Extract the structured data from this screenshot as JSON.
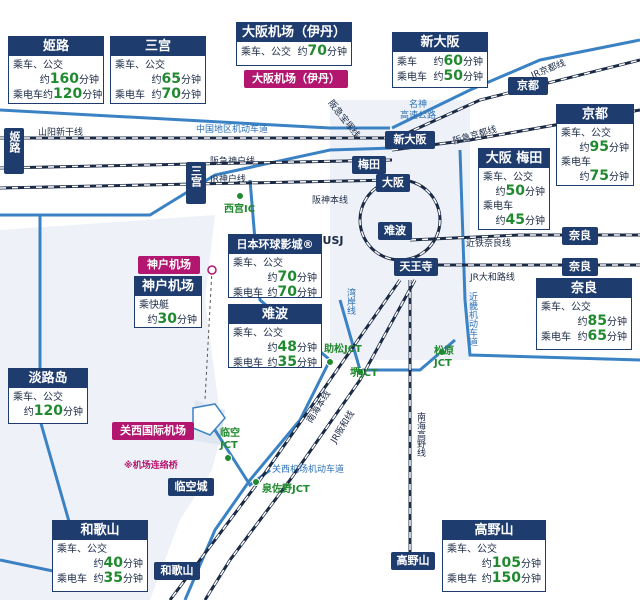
{
  "colors": {
    "navy": "#1f3c6e",
    "expressway_blue": "#3b82c4",
    "minutes_green": "#21892f",
    "airport_pink": "#b2166e",
    "water_tint": "#eef2f8"
  },
  "stations": {
    "himeji": "姬路",
    "sannomiya": "三宫",
    "shin_osaka": "新大阪",
    "umeda": "梅田",
    "osaka": "大阪",
    "namba": "难波",
    "tennoji": "天王寺",
    "kyoto": "京都",
    "nara": "奈良",
    "rinku_town": "临空城",
    "wakayama": "和歌山",
    "koyasan": "高野山",
    "usj": "USJ"
  },
  "pink": {
    "itami": "大阪机场（伊丹）",
    "kobe": "神户机场",
    "kansai": "关西国际机场"
  },
  "lines": {
    "sanyo_shinkansen": "山阳新干线",
    "chugoku_expressway": "中国地区机动车道",
    "hankyu_kobe": "阪急神户线",
    "jr_kobe": "JR神户线",
    "hanshin_main": "阪神本线",
    "meishin_expressway_1": "名神",
    "meishin_expressway_2": "高速公路",
    "jr_kyoto": "JR京都线",
    "hankyu_kyoto": "阪急京都线",
    "hankyu_takarazuka": "阪急宝塚线",
    "kintetsu_nara": "近铁奈良线",
    "jr_yamatoji": "JR大和路线",
    "kinki_expressway": "近畿机动车道",
    "wangan": "湾岸线",
    "nankai_main": "南海本线",
    "jr_hanwa": "JR阪和线",
    "nankai_koya": "南海高野线",
    "kansai_airport_expressway": "关西机场机动车道",
    "airport_bridge": "※机场连络桥"
  },
  "jct": {
    "nishinomiya_ic": "西宫IC",
    "sukematsu": "助松JCT",
    "sakai": "堺JCT",
    "matsubara_1": "松原",
    "matsubara_2": "JCT",
    "rinku_1": "临空",
    "rinku_2": "JCT",
    "izumisano": "泉佐野JCT"
  },
  "cards": {
    "approx": "约",
    "unit": "分钟",
    "himeji": {
      "title": "姬路",
      "r1_mode": "乘车、公交",
      "r1_min": "160",
      "r2_mode": "乘电车",
      "r2_min": "120"
    },
    "sannomiya": {
      "title": "三宫",
      "r1_mode": "乘车、公交",
      "r1_min": "65",
      "r2_mode": "乘电车",
      "r2_min": "70"
    },
    "itami": {
      "title": "大阪机场（伊丹）",
      "r1_mode": "乘车、公交",
      "r1_min": "70"
    },
    "shin_osaka": {
      "title": "新大阪",
      "r1_mode": "乘车",
      "r1_min": "60",
      "r2_mode": "乘电车",
      "r2_min": "50"
    },
    "kyoto": {
      "title": "京都",
      "r1_mode": "乘车、公交",
      "r1_min": "95",
      "r2_mode": "乘电车",
      "r2_min": "75"
    },
    "umeda": {
      "title": "大阪 梅田",
      "r1_mode": "乘车、公交",
      "r1_min": "50",
      "r2_mode": "乘电车",
      "r2_min": "45"
    },
    "usj": {
      "title": "日本环球影城®",
      "r1_mode": "乘车、公交",
      "r1_min": "70",
      "r2_mode": "乘电车",
      "r2_min": "70"
    },
    "kobe_airport": {
      "title": "神户机场",
      "r1_mode": "乘快艇",
      "r1_min": "30"
    },
    "namba": {
      "title": "难波",
      "r1_mode": "乘车、公交",
      "r1_min": "48",
      "r2_mode": "乘电车",
      "r2_min": "35"
    },
    "nara": {
      "title": "奈良",
      "r1_mode": "乘车、公交",
      "r1_min": "85",
      "r2_mode": "乘电车",
      "r2_min": "65"
    },
    "awajishima": {
      "title": "淡路岛",
      "r1_mode": "乘车、公交",
      "r1_min": "120"
    },
    "wakayama": {
      "title": "和歌山",
      "r1_mode": "乘车、公交",
      "r1_min": "40",
      "r2_mode": "乘电车",
      "r2_min": "35"
    },
    "koyasan": {
      "title": "高野山",
      "r1_mode": "乘车、公交",
      "r1_min": "105",
      "r2_mode": "乘电车",
      "r2_min": "150"
    }
  }
}
